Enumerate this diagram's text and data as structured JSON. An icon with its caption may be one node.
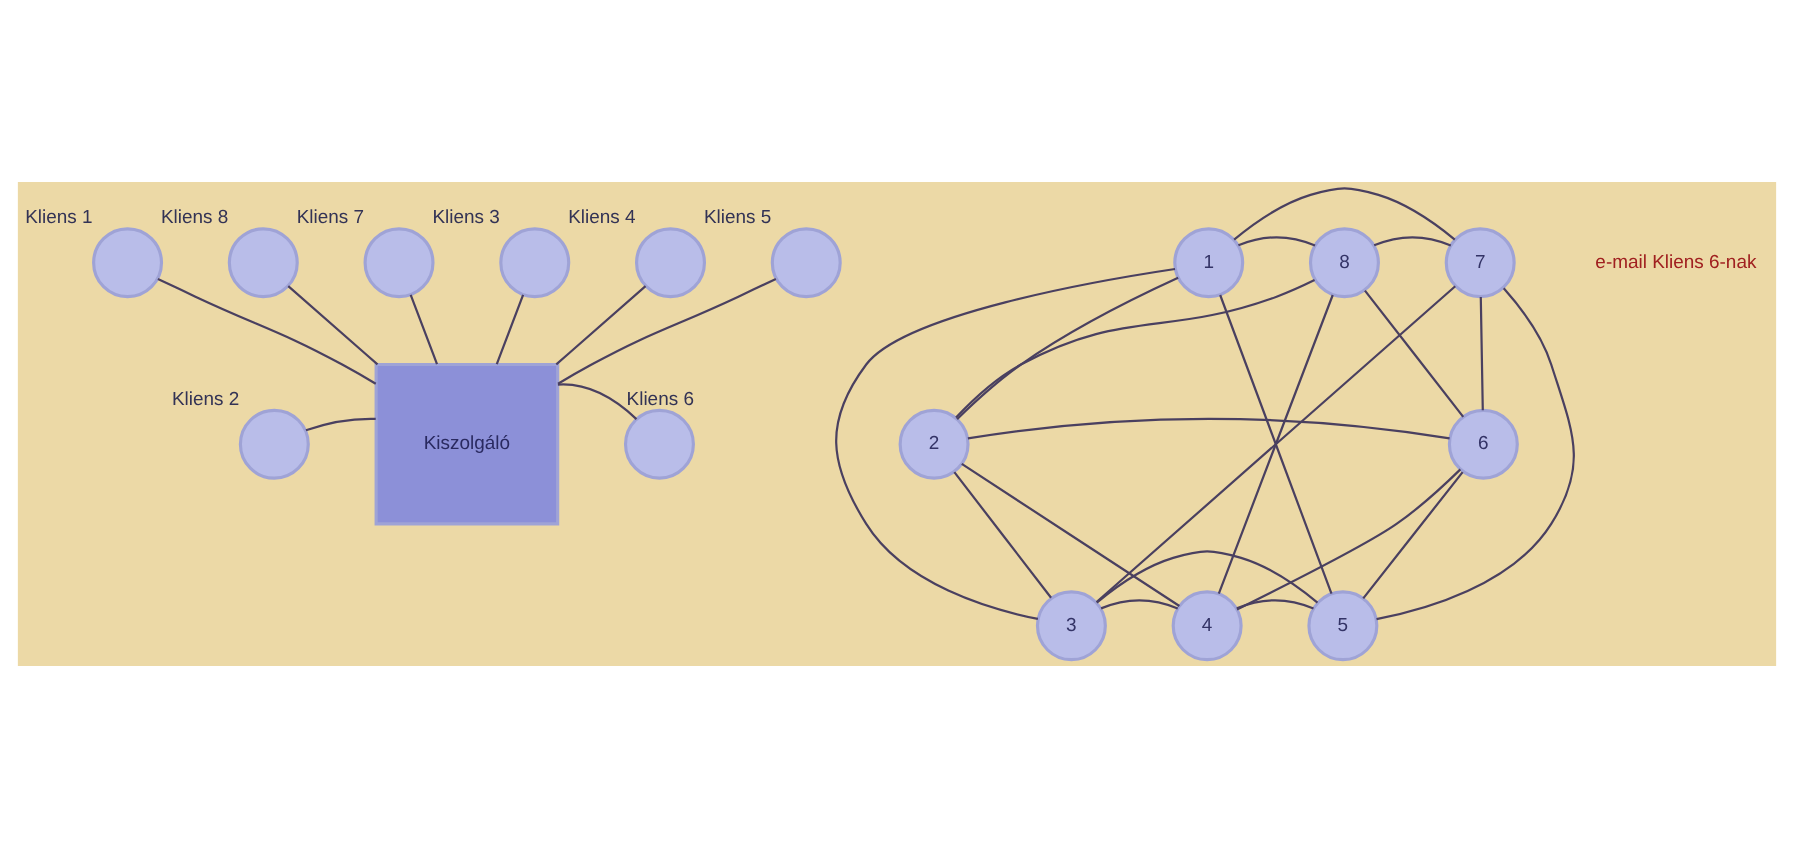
{
  "diagram": {
    "nodes": [
      {
        "text": [],
        "shape": "circle",
        "beside": [
          "Kliens 1"
        ]
      },
      {
        "text": [],
        "shape": "circle",
        "beside": [
          "Kliens 8"
        ]
      },
      {
        "text": [],
        "shape": "circle",
        "beside": [
          "Kliens 7"
        ]
      },
      {
        "text": [],
        "shape": "circle",
        "beside": [
          "Kliens 2"
        ]
      },
      {
        "text": [
          "Kiszolgáló"
        ]
      },
      {
        "text": [],
        "shape": "circle",
        "beside": [
          "Kliens 6"
        ]
      },
      {
        "text": [],
        "shape": "circle",
        "beside": [
          "Kliens 3"
        ]
      },
      {
        "text": [],
        "shape": "circle",
        "beside": [
          "Kliens 4"
        ]
      },
      {
        "text": [],
        "shape": "circle",
        "beside": [
          "Kliens 5"
        ]
      },
      {
        "text": [
          "1"
        ]
      },
      {
        "text": [
          "8"
        ]
      },
      {
        "text": [
          "7"
        ]
      },
      {
        "text": [
          "2"
        ]
      },
      {
        "text": [
          "6"
        ]
      },
      {
        "text": [
          "3"
        ]
      },
      {
        "text": [
          "4"
        ]
      },
      {
        "text": [
          "5"
        ]
      }
    ],
    "edges": [
      {
        "from": 0,
        "to": 4,
        "arrow": "none"
      },
      {
        "from": 1,
        "to": 4,
        "arrow": "none"
      },
      {
        "from": 2,
        "to": 4,
        "arrow": "none"
      },
      {
        "from": 3,
        "to": 4,
        "arrow": "none"
      },
      {
        "from": 4,
        "to": 5,
        "arrow": "none"
      },
      {
        "from": 6,
        "to": 4,
        "arrow": "none"
      },
      {
        "from": 7,
        "to": 4,
        "arrow": "none"
      },
      {
        "from": 8,
        "to": 4,
        "arrow": "none"
      },
      {
        "from": 9,
        "to": 10,
        "arrow": "none"
      },
      {
        "from": 10,
        "to": 11,
        "arrow": "none"
      },
      {
        "from": 9,
        "to": 11,
        "arrow": "none"
      },
      {
        "from": 9,
        "to": 12,
        "arrow": "none"
      },
      {
        "from": 12,
        "to": 14,
        "arrow": "none"
      },
      {
        "from": 9,
        "to": 14,
        "arrow": "none"
      },
      {
        "from": 11,
        "to": 13,
        "arrow": "none"
      },
      {
        "from": 13,
        "to": 16,
        "arrow": "none"
      },
      {
        "from": 11,
        "to": 16,
        "arrow": "none"
      },
      {
        "from": 14,
        "to": 15,
        "arrow": "none"
      },
      {
        "from": 15,
        "to": 16,
        "arrow": "none"
      },
      {
        "from": 14,
        "to": 16,
        "arrow": "none"
      },
      {
        "from": 9,
        "to": 16,
        "arrow": "none"
      },
      {
        "from": 11,
        "to": 14,
        "arrow": "none"
      },
      {
        "from": 10,
        "to": 15,
        "arrow": "none"
      },
      {
        "from": 12,
        "to": 13,
        "arrow": "none"
      },
      {
        "from": 10,
        "to": 12,
        "arrow": "none"
      },
      {
        "from": 10,
        "to": 13,
        "arrow": "none"
      },
      {
        "from": 12,
        "to": 15,
        "arrow": "none"
      },
      {
        "from": 15,
        "to": 13,
        "arrow": "none"
      }
    ],
    "labels": [
      "e-mail Kliens 6-nak"
    ]
  }
}
